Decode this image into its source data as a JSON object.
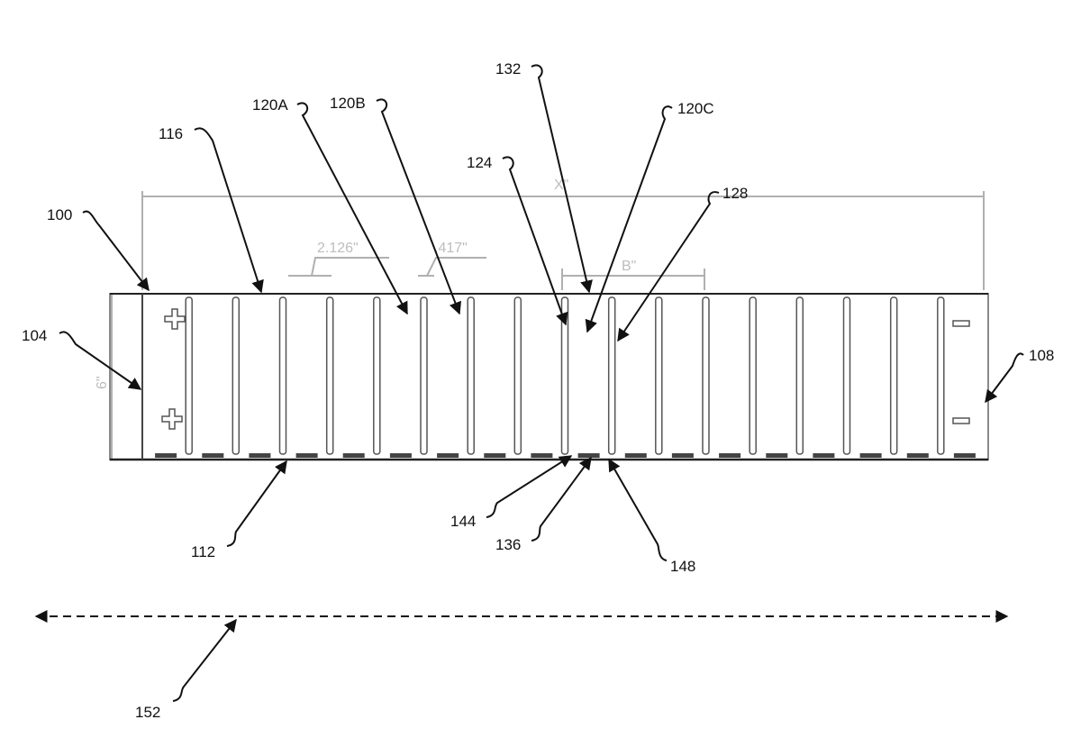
{
  "figure": {
    "reference_numerals": {
      "assembly": "100",
      "left_end": "104",
      "right_end": "108",
      "bottom_edge": "112",
      "top_edge": "116",
      "cell_a": "120A",
      "cell_b": "120B",
      "cell_c": "120C",
      "cell_left_wall": "124",
      "cell_right_wall": "128",
      "cell_top": "132",
      "cell_bottom": "136",
      "bottom_left_corner": "144",
      "bottom_right_corner": "148",
      "direction_axis": "152"
    },
    "dimensions": {
      "overall_length": "X\"",
      "cell_pitch": "2.126\"",
      "gap": ".417\"",
      "cell_width": "B\"",
      "height": "6\""
    },
    "terminal_marks": {
      "positive": "+",
      "negative": "−"
    },
    "colors": {
      "line": "#111111",
      "dimension": "#b0b0b0",
      "background": "#ffffff"
    },
    "cell_count": 18
  }
}
